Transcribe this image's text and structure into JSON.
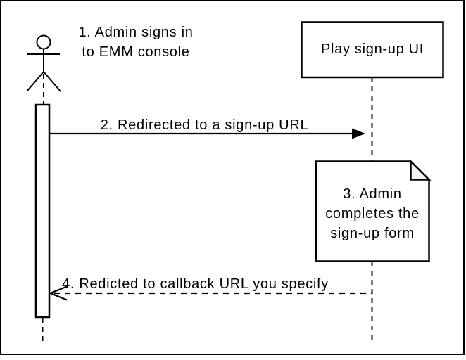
{
  "actor_lifeline": {
    "label_line1": "1. Admin signs in",
    "label_line2": "to EMM console"
  },
  "participant": {
    "label": "Play sign-up UI"
  },
  "messages": {
    "step2": {
      "label": "2. Redirected to a sign-up URL"
    },
    "step4": {
      "label": "4. Redicted to callback URL you specify"
    }
  },
  "note": {
    "line1": "3. Admin",
    "line2": "completes the",
    "line3": "sign-up form"
  },
  "colors": {
    "stroke": "#000000",
    "background": "#ffffff",
    "note_fold_fill": "#f2f2f2",
    "text": "#000000"
  }
}
